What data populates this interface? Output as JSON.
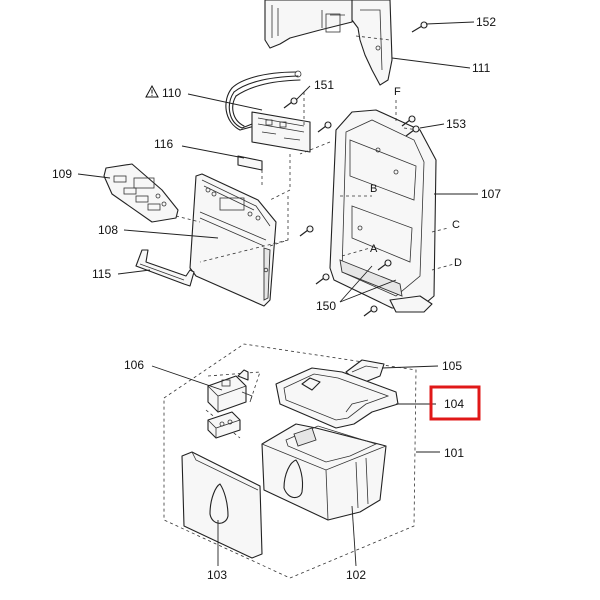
{
  "labels": {
    "l152": "152",
    "l111": "111",
    "l110": "110",
    "l151": "151",
    "l116": "116",
    "l153": "153",
    "l109": "109",
    "l107": "107",
    "l108": "108",
    "l115": "115",
    "l150": "150",
    "l106": "106",
    "l105": "105",
    "l104": "104",
    "l101": "101",
    "l103": "103",
    "l102": "102"
  },
  "letters": {
    "f": "F",
    "b": "B",
    "a": "A",
    "c": "C",
    "d": "D"
  },
  "warning_symbol": "warning-triangle-icon",
  "highlight_color": "#e01818"
}
